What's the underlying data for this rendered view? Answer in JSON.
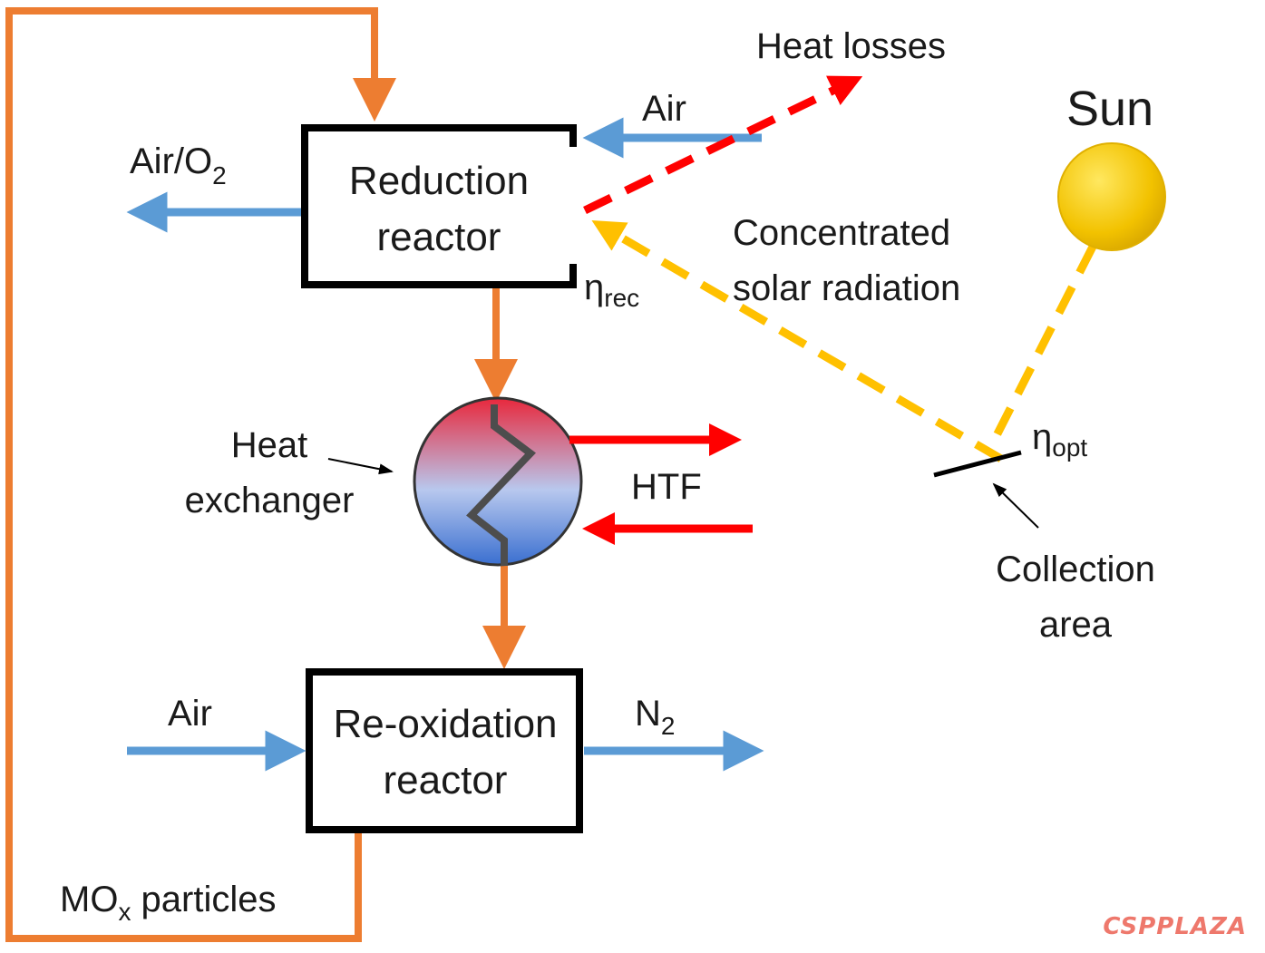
{
  "reduction_reactor": {
    "line1": "Reduction",
    "line2": "reactor"
  },
  "reoxidation_reactor": {
    "line1": "Re-oxidation",
    "line2": "reactor"
  },
  "heat_exchanger": {
    "line1": "Heat",
    "line2": "exchanger"
  },
  "labels": {
    "air_o2_main": "Air/O",
    "air_o2_sub": "2",
    "air_top": "Air",
    "air_bottom": "Air",
    "n2_main": "N",
    "n2_sub": "2",
    "heat_losses": "Heat losses",
    "htf": "HTF",
    "sun": "Sun",
    "concentrated_line1": "Concentrated",
    "concentrated_line2": "solar radiation",
    "eta_rec_main": "η",
    "eta_rec_sub": "rec",
    "eta_opt_main": "η",
    "eta_opt_sub": "opt",
    "collection_line1": "Collection",
    "collection_line2": "area",
    "mox_main": "MO",
    "mox_sub": "x",
    "mox_rest": " particles",
    "watermark": "CSPPLAZA"
  },
  "colors": {
    "particle_loop": "#ED7D31",
    "air_flow": "#5B9BD5",
    "htf_flow": "#FF0000",
    "heat_loss": "#FF0000",
    "solar": "#FFC000",
    "sun_fill": "#F2C200",
    "box_stroke": "#000000",
    "exchanger_hot": "#E8283C",
    "exchanger_cold": "#3A6FD0",
    "watermark": "#E94B3C"
  }
}
